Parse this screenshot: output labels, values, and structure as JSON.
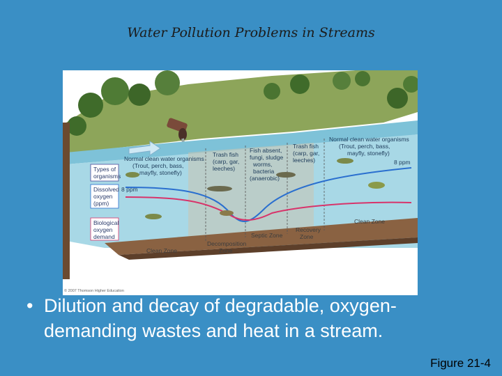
{
  "slide": {
    "title": "Water Pollution Problems in Streams",
    "bullet": "Dilution and decay of degradable, oxygen-demanding wastes and heat in a stream.",
    "figure_ref": "Figure 21-4"
  },
  "diagram": {
    "side_labels": {
      "types": [
        "Types of",
        "organisms"
      ],
      "oxygen": [
        "Dissolved",
        "oxygen",
        "(ppm)"
      ],
      "bod": [
        "Biological",
        "oxygen",
        "demand"
      ]
    },
    "organism_labels": {
      "normal_left": [
        "Normal clean water organisms",
        "(Trout, perch, bass,",
        "mayfly, stonefly)"
      ],
      "trash_left": [
        "Trash fish",
        "(carp, gar,",
        "leeches)"
      ],
      "septic": [
        "Fish absent,",
        "fungi, sludge",
        "worms,",
        "bacteria",
        "(anaerobic)"
      ],
      "trash_right": [
        "Trash fish",
        "(carp, gar,",
        "leeches)"
      ],
      "normal_right": [
        "Normal clean water organisms",
        "(Trout, perch, bass,",
        "mayfly, stonefly)"
      ]
    },
    "ppm_left": "8 ppm",
    "ppm_right": "8 ppm",
    "zones": {
      "clean_left": "Clean Zone",
      "decomposition": [
        "Decomposition",
        "Zone"
      ],
      "septic": "Septic Zone",
      "recovery": [
        "Recovery",
        "Zone"
      ],
      "clean_right": "Clean Zone"
    },
    "copyright": "© 2007 Thomson Higher Education"
  }
}
